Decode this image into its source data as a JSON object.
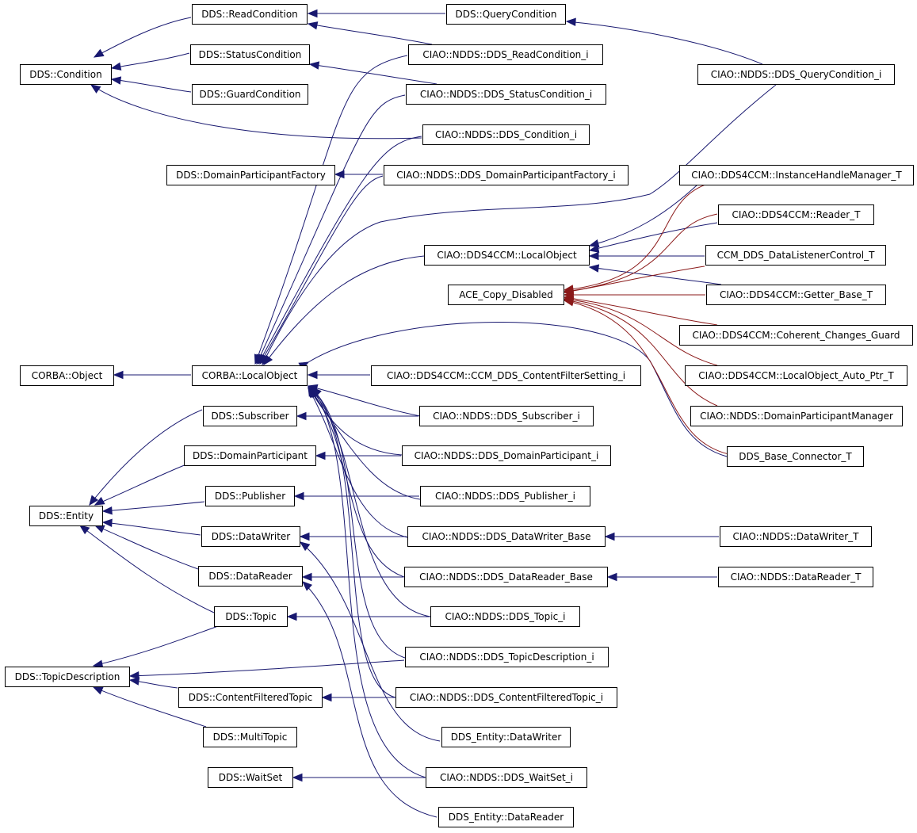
{
  "diagram": {
    "nodes": [
      {
        "id": "ReadCondition",
        "label": "DDS::ReadCondition"
      },
      {
        "id": "QueryCondition",
        "label": "DDS::QueryCondition"
      },
      {
        "id": "ReadCondition_i",
        "label": "CIAO::NDDS::DDS_ReadCondition_i"
      },
      {
        "id": "QueryCondition_i",
        "label": "CIAO::NDDS::DDS_QueryCondition_i"
      },
      {
        "id": "StatusCondition",
        "label": "DDS::StatusCondition"
      },
      {
        "id": "Condition",
        "label": "DDS::Condition"
      },
      {
        "id": "StatusCondition_i",
        "label": "CIAO::NDDS::DDS_StatusCondition_i"
      },
      {
        "id": "GuardCondition",
        "label": "DDS::GuardCondition"
      },
      {
        "id": "Condition_i",
        "label": "CIAO::NDDS::DDS_Condition_i"
      },
      {
        "id": "DPFactory",
        "label": "DDS::DomainParticipantFactory"
      },
      {
        "id": "DPFactory_i",
        "label": "CIAO::NDDS::DDS_DomainParticipantFactory_i"
      },
      {
        "id": "IHM",
        "label": "CIAO::DDS4CCM::InstanceHandleManager_T"
      },
      {
        "id": "Reader_T",
        "label": "CIAO::DDS4CCM::Reader_T"
      },
      {
        "id": "D4LocalObject",
        "label": "CIAO::DDS4CCM::LocalObject"
      },
      {
        "id": "DLC",
        "label": "CCM_DDS_DataListenerControl_T"
      },
      {
        "id": "ACE",
        "label": "ACE_Copy_Disabled"
      },
      {
        "id": "Getter",
        "label": "CIAO::DDS4CCM::Getter_Base_T"
      },
      {
        "id": "Coherent",
        "label": "CIAO::DDS4CCM::Coherent_Changes_Guard"
      },
      {
        "id": "CORBAObject",
        "label": "CORBA::Object"
      },
      {
        "id": "CORBALocal",
        "label": "CORBA::LocalObject"
      },
      {
        "id": "CFS",
        "label": "CIAO::DDS4CCM::CCM_DDS_ContentFilterSetting_i"
      },
      {
        "id": "AutoPtr",
        "label": "CIAO::DDS4CCM::LocalObject_Auto_Ptr_T"
      },
      {
        "id": "Subscriber",
        "label": "DDS::Subscriber"
      },
      {
        "id": "Subscriber_i",
        "label": "CIAO::NDDS::DDS_Subscriber_i"
      },
      {
        "id": "DPM",
        "label": "CIAO::NDDS::DomainParticipantManager"
      },
      {
        "id": "DP",
        "label": "DDS::DomainParticipant"
      },
      {
        "id": "DP_i",
        "label": "CIAO::NDDS::DDS_DomainParticipant_i"
      },
      {
        "id": "BaseConn",
        "label": "DDS_Base_Connector_T"
      },
      {
        "id": "Publisher",
        "label": "DDS::Publisher"
      },
      {
        "id": "Publisher_i",
        "label": "CIAO::NDDS::DDS_Publisher_i"
      },
      {
        "id": "Entity",
        "label": "DDS::Entity"
      },
      {
        "id": "DataWriter",
        "label": "DDS::DataWriter"
      },
      {
        "id": "DWBase",
        "label": "CIAO::NDDS::DDS_DataWriter_Base"
      },
      {
        "id": "DW_T",
        "label": "CIAO::NDDS::DataWriter_T"
      },
      {
        "id": "DataReader",
        "label": "DDS::DataReader"
      },
      {
        "id": "DRBase",
        "label": "CIAO::NDDS::DDS_DataReader_Base"
      },
      {
        "id": "DR_T",
        "label": "CIAO::NDDS::DataReader_T"
      },
      {
        "id": "Topic",
        "label": "DDS::Topic"
      },
      {
        "id": "Topic_i",
        "label": "CIAO::NDDS::DDS_Topic_i"
      },
      {
        "id": "TopicDesc",
        "label": "DDS::TopicDescription"
      },
      {
        "id": "TopicDesc_i",
        "label": "CIAO::NDDS::DDS_TopicDescription_i"
      },
      {
        "id": "CFT",
        "label": "DDS::ContentFilteredTopic"
      },
      {
        "id": "CFT_i",
        "label": "CIAO::NDDS::DDS_ContentFilteredTopic_i"
      },
      {
        "id": "MultiTopic",
        "label": "DDS::MultiTopic"
      },
      {
        "id": "EntityDW",
        "label": "DDS_Entity::DataWriter"
      },
      {
        "id": "WaitSet",
        "label": "DDS::WaitSet"
      },
      {
        "id": "WaitSet_i",
        "label": "CIAO::NDDS::DDS_WaitSet_i"
      },
      {
        "id": "EntityDR",
        "label": "DDS_Entity::DataReader"
      }
    ],
    "colors": {
      "inheritance": "#191970",
      "private": "#8b1a1a"
    }
  }
}
